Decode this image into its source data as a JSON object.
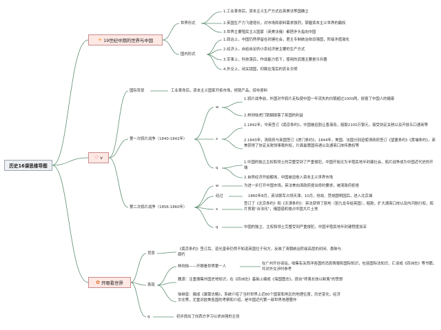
{
  "root": "历史16课思维导图",
  "b1": {
    "title": "19世纪中期的世界与中国",
    "icon": "sun-icon",
    "world": {
      "label": "世界形式",
      "items": [
        "1.工业革命后，资本主义生产方式在英美法等国确立",
        "2.英国生产力飞速增长，对市场和原料需求强烈，掌握资本主义世界的霸权",
        "3.世界主要殖民主义国家（英美法俄）都把矛头指向中国"
      ]
    },
    "domestic": {
      "label": "国内形式",
      "items": [
        "1.政治上，中国仍然停留在封建社会，君主专制统治依旧强固，阶级矛盾激化",
        "2.经济上，自给自足的小农经济是主要的生产方式",
        "3.军事上，科技落后，作战能力低下，使用的武器主要是冷兵器",
        "4.外交上，闭关锁国，仰赖在落后的农业文明"
      ]
    }
  },
  "b2": {
    "title": "v",
    "icon": "heart-icon",
    "background": {
      "label": "国际背景",
      "text": "工业革命后，资本主义国家开拓市场，倾销产品，掠夺原料"
    },
    "war1": {
      "label": "第一次鸦片战争（1840-1842年）",
      "w": {
        "label": "w",
        "items": [
          "1.鸦片战争前，外国对华鸦片走私使中国一年流失的白银超过1000两，损害了中国人的健康",
          "2.林则徐虎门销烟损害了英国的利益"
        ]
      },
      "x": {
        "label": "x",
        "items": [
          "1.1842年，中英签订《南京条约》，中国被迫割让香港岛，赔款2100万银元，接受协定关税以及开放五口通商等",
          "2.1843年，清政府与英国签订《虎门条约》，1844年，美国、法国分别迫使清政府签订《望厦条约》《黄埔条约》，英美获得了协定关税领事裁判权，片面最惠国待遇以及通商口岸传教权等"
        ]
      },
      "q": {
        "label": "q",
        "items": [
          "1.中国的独立主权和领土的完整受到了严重侵犯，中国开始沦为半殖民地半封建社会，鸦片战争成为中国近代史的开端",
          "2.自然经济开始解体，中国被迫卷入资本主义世界市场"
        ]
      }
    },
    "war2": {
      "label": "第二次鸦片战争（1856-1860年）",
      "w": {
        "label": "w",
        "text": "为进一步打开中国市场，英法美向清政府提出修约要求，被清政府拒绝"
      },
      "process": {
        "label": "经过",
        "text": "1860年8月，英法联军占领天津。10月，抢劫、焚烧圆明园后，进入北京城"
      },
      "x": {
        "label": "x",
        "text": "签订了《北京条约》和《天津条约》：英法获得了割地（割九龙寺给英国），赔款，扩大通商口岸以及内河航行权，鸦片贸易\"合法化\"，俄国借机侵占中国大片土地"
      },
      "q": {
        "label": "q",
        "text": "中国的独立、主权和领土完整受到严重侵犯，中国半殖民地半封建程度加深"
      }
    }
  },
  "b3": {
    "title": "开眼看世界",
    "icon": "flower-icon",
    "background": {
      "label": "背景",
      "text": "《南京条约》签订后，道光皇帝仍然不知道英国位于何方，反映了清朝统治阶级高层的封闭、愚昧与腐朽"
    },
    "performance": {
      "label": "表现",
      "lin": {
        "label": "林则徐——开眼看世界第一人",
        "text": "在广州开办译站，收集有关西洋各国的消息情报和国际知识，包括国际法知识，汇译成《四洲志》等书籍，共对外交涉时参考"
      },
      "wei": "魏源：注重搜集外国史地知识，在《四洲志》基础上编成《海国图志》，提出\"师夷长技以制夷\"的思想",
      "xu": "徐继畲：撰成《瀛寰志略》，系统介绍了当时世界上近80个国家和地区的地理位置，历史变化，经济文化等，尤重对欧美各国的考察和介绍，是中国近代第一部世界地理著作"
    },
    "q": {
      "label": "q",
      "text": "初步提出了向西方学习以求自强的主张"
    }
  },
  "colors": {
    "line": "#5b8c6e",
    "node_border": "#c98a8a",
    "node_fill": "#fde8e4"
  }
}
